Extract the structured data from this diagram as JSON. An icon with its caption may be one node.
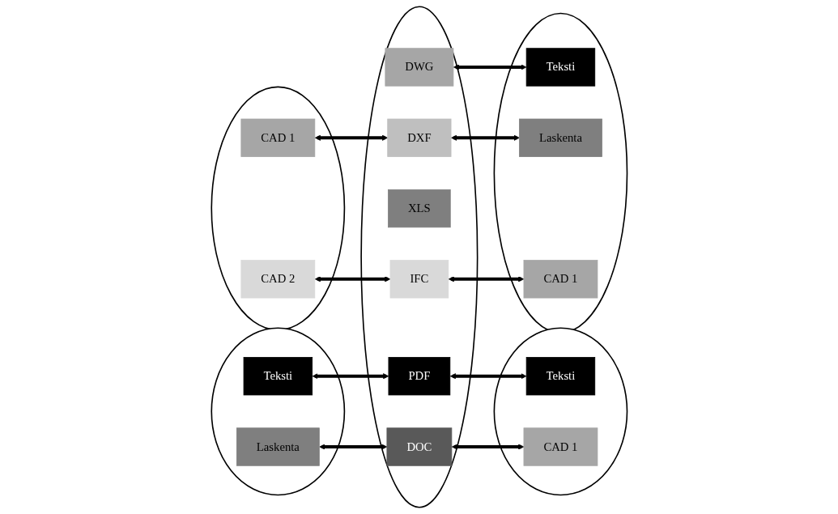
{
  "diagram": {
    "nodes": [
      {
        "text": [],
        "shape": "circle"
      },
      {
        "text": [
          "Teksti"
        ],
        "in": 0
      },
      {
        "text": [
          "Laskenta"
        ],
        "in": 0
      },
      {
        "text": [],
        "shape": "circle"
      },
      {
        "text": [
          "PDF"
        ],
        "in": 3
      },
      {
        "text": [
          "DOC"
        ],
        "in": 3
      },
      {
        "text": [
          "XLS"
        ],
        "in": 3
      },
      {
        "text": [
          "DWG"
        ],
        "in": 3
      },
      {
        "text": [
          "DXF"
        ],
        "in": 3
      },
      {
        "text": [
          "IFC"
        ],
        "in": 3
      },
      {
        "text": [],
        "shape": "circle"
      },
      {
        "text": [
          "Teksti"
        ],
        "in": 10
      },
      {
        "text": [
          "CAD 1"
        ],
        "in": 10
      },
      {
        "text": [],
        "shape": "circle"
      },
      {
        "text": [
          "CAD 1"
        ],
        "in": 13
      },
      {
        "text": [
          "CAD 2"
        ],
        "in": 13
      },
      {
        "text": [],
        "shape": "circle"
      },
      {
        "text": [
          "Teksti"
        ],
        "in": 16
      },
      {
        "text": [
          "Laskenta"
        ],
        "in": 16
      },
      {
        "text": [
          "CAD 1"
        ],
        "in": 16
      }
    ],
    "edges": [
      {
        "from": 1,
        "to": 4,
        "arrow": "both"
      },
      {
        "from": 2,
        "to": 5,
        "arrow": "both"
      },
      {
        "from": 4,
        "to": 11,
        "arrow": "both"
      },
      {
        "from": 5,
        "to": 12,
        "arrow": "both"
      },
      {
        "from": 14,
        "to": 8,
        "arrow": "both"
      },
      {
        "from": 15,
        "to": 9,
        "arrow": "both"
      },
      {
        "from": 7,
        "to": 17,
        "arrow": "both"
      },
      {
        "from": 8,
        "to": 18,
        "arrow": "both"
      },
      {
        "from": 9,
        "to": 19,
        "arrow": "both"
      }
    ]
  }
}
